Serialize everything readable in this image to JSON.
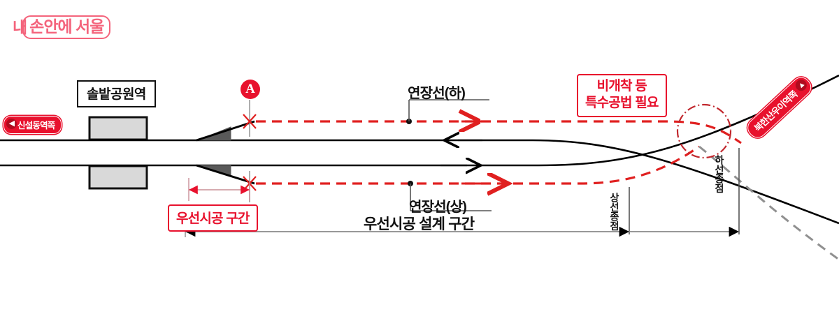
{
  "logo": {
    "first_word": "내",
    "boxed_text": "손안에 서울",
    "color": "#f4647c"
  },
  "diagram": {
    "title_station": "솔밭공원역",
    "marker_a": "A",
    "badges": {
      "left": {
        "label": "신설동역쪽",
        "arrow": "left-arrow-icon",
        "color": "#e8112d"
      },
      "right": {
        "label": "북한산우이역쪽",
        "arrow": "up-right-arrow-icon",
        "color": "#e8112d"
      }
    },
    "labels": {
      "extension_down": "연장선(하)",
      "extension_up": "연장선(상)",
      "design_range": "우선시공 설계 구간",
      "priority_range": "우선시공 구간",
      "special_method_line1": "비개착 등",
      "special_method_line2": "특수공법 필요",
      "terminus_up": "상선종점",
      "terminus_down": "하선종점"
    },
    "colors": {
      "red": "#e8112d",
      "dashed_red": "#e02020",
      "track_black": "#000000",
      "platform_fill": "#d9d9d9",
      "gray_dashed": "#909090",
      "wedge_fill": "#595959"
    }
  }
}
